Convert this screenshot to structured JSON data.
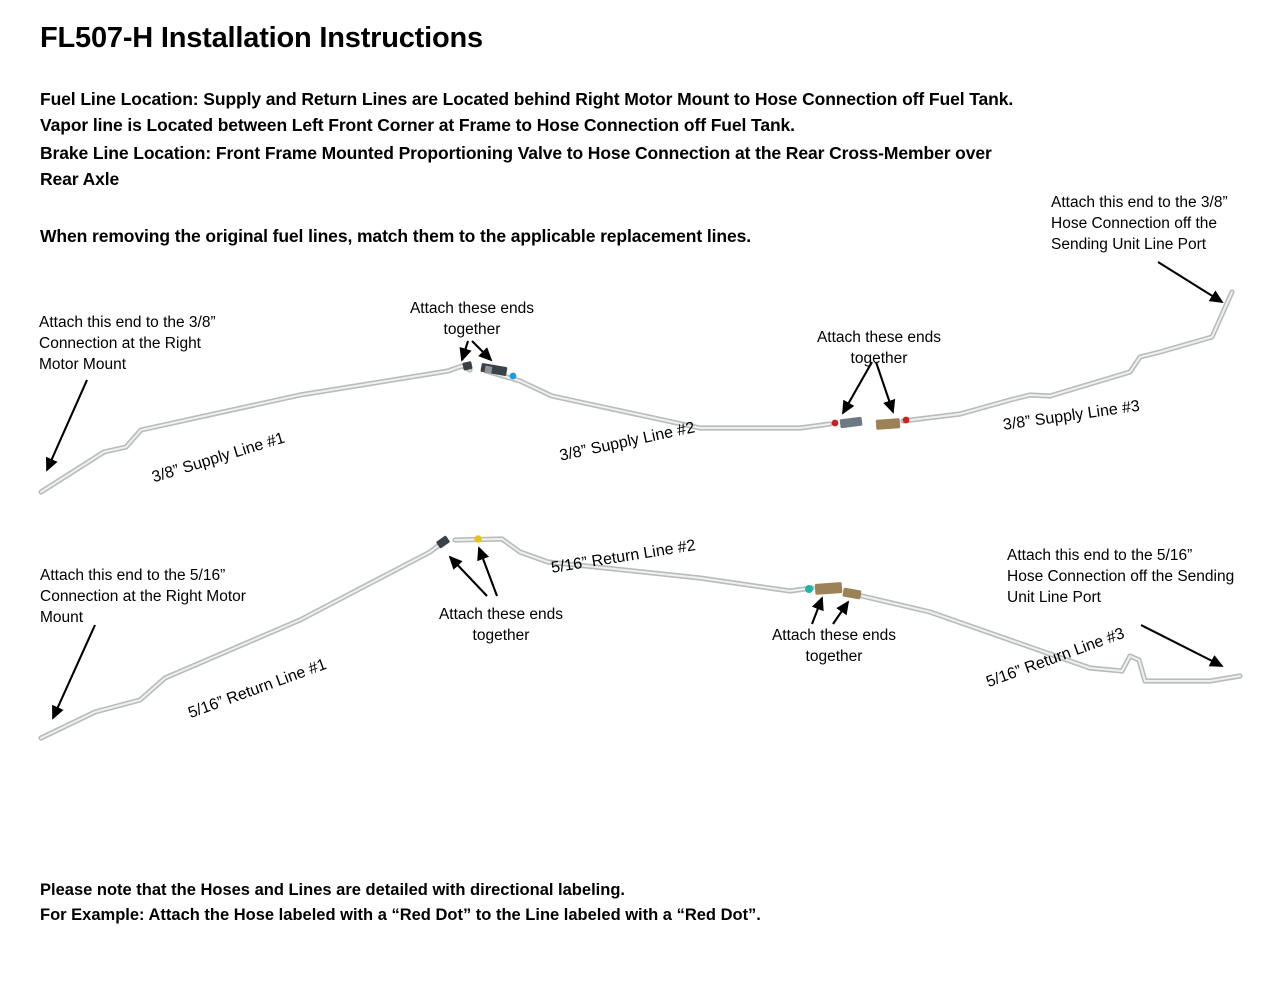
{
  "document": {
    "title": "FL507-H Installation Instructions",
    "location_notes": [
      "Fuel Line Location:  Supply and Return Lines are Located behind Right Motor Mount to Hose Connection off Fuel Tank.",
      "Vapor line is Located between Left Front Corner at Frame to Hose Connection off Fuel Tank.",
      "Brake Line Location: Front Frame Mounted Proportioning Valve to Hose Connection at the Rear Cross-Member over",
      "Rear Axle"
    ],
    "match_note": "When removing the original fuel lines, match them to the applicable replacement lines.",
    "footer_notes": [
      "Please note that the Hoses and Lines are detailed with directional labeling.",
      "For Example: Attach the Hose labeled with a “Red Dot” to the Line labeled with a “Red Dot”."
    ]
  },
  "diagram": {
    "supply_row": {
      "line_labels": [
        "3/8” Supply Line #1",
        "3/8” Supply Line #2",
        "3/8” Supply Line #3"
      ],
      "callouts": {
        "left_end": "Attach this end to the 3/8”\nConnection at the Right\nMotor Mount",
        "joint_1": "Attach these ends\ntogether",
        "joint_2": "Attach these ends\ntogether",
        "right_end": "Attach this end to the 3/8”\nHose Connection off the\nSending Unit Line Port"
      },
      "dot_markers": [
        {
          "name": "blue-dot",
          "color": "#1a9de0"
        },
        {
          "name": "red-dot",
          "color": "#cc1f1f"
        },
        {
          "name": "red-dot",
          "color": "#cc1f1f"
        }
      ]
    },
    "return_row": {
      "line_labels": [
        "5/16” Return Line #1",
        "5/16” Return Line #2",
        "5/16” Return Line #3"
      ],
      "callouts": {
        "left_end": "Attach this end to the 5/16”\nConnection at the Right Motor\nMount",
        "joint_1": "Attach these ends\ntogether",
        "joint_2": "Attach these ends\ntogether",
        "right_end": "Attach this end to the 5/16”\nHose Connection off the Sending\nUnit Line Port"
      },
      "dot_markers": [
        {
          "name": "yellow-dot",
          "color": "#e8c41a"
        },
        {
          "name": "teal-dot",
          "color": "#19b5a5"
        }
      ]
    },
    "colors": {
      "tube": "#b9bcbc",
      "tube_highlight": "#eef0f0",
      "fitting_brass": "#9d8258",
      "fitting_dark": "#3b4247",
      "leader": "#000000"
    }
  }
}
